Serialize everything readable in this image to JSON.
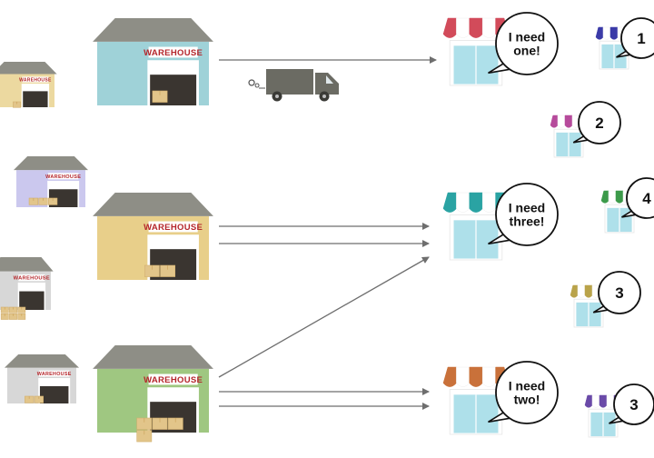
{
  "warehouses": [
    {
      "id": "w1",
      "sign": "WAREHOUSE",
      "wall": "#9fd2d8",
      "roof": "#8e8e86",
      "size": "large",
      "boxes": 1
    },
    {
      "id": "w2",
      "sign": "WAREHOUSE",
      "wall": "#e8cf8a",
      "roof": "#8e8e86",
      "size": "large",
      "boxes": 2
    },
    {
      "id": "w3",
      "sign": "WAREHOUSE",
      "wall": "#9fc781",
      "roof": "#8e8e86",
      "size": "large",
      "boxes": 4
    },
    {
      "id": "w4",
      "sign": "WAREHOUSE",
      "wall": "#ecd9a0",
      "roof": "#8e8e86",
      "size": "small",
      "boxes": 1
    },
    {
      "id": "w5",
      "sign": "WAREHOUSE",
      "wall": "#cbc8ee",
      "roof": "#8e8e86",
      "size": "small",
      "boxes": 3
    },
    {
      "id": "w6",
      "sign": "WAREHOUSE",
      "wall": "#d7d7d7",
      "roof": "#8e8e86",
      "size": "small",
      "boxes": 6
    },
    {
      "id": "w7",
      "sign": "WAREHOUSE",
      "wall": "#d7d7d7",
      "roof": "#8e8e86",
      "size": "small",
      "boxes": 2
    }
  ],
  "stores": [
    {
      "id": "s1",
      "awning": [
        "#d24b5a",
        "#ffffff"
      ],
      "bubble_lines": [
        "I need",
        "one!"
      ],
      "size": "large"
    },
    {
      "id": "s2",
      "awning": [
        "#2aa3a3",
        "#ffffff"
      ],
      "bubble_lines": [
        "I need",
        "three!"
      ],
      "size": "large"
    },
    {
      "id": "s3",
      "awning": [
        "#c9713a",
        "#ffffff"
      ],
      "bubble_lines": [
        "I need",
        "two!"
      ],
      "size": "large"
    },
    {
      "id": "s4",
      "awning": [
        "#3b3ba8",
        "#ffffff"
      ],
      "bubble_lines": [
        "1"
      ],
      "size": "small"
    },
    {
      "id": "s5",
      "awning": [
        "#b64a9b",
        "#ffffff"
      ],
      "bubble_lines": [
        "2"
      ],
      "size": "small"
    },
    {
      "id": "s6",
      "awning": [
        "#3c9a4a",
        "#ffffff"
      ],
      "bubble_lines": [
        "4"
      ],
      "size": "small"
    },
    {
      "id": "s7",
      "awning": [
        "#b9a34a",
        "#ffffff"
      ],
      "bubble_lines": [
        "3"
      ],
      "size": "small"
    },
    {
      "id": "s8",
      "awning": [
        "#6a4aa8",
        "#ffffff"
      ],
      "bubble_lines": [
        "3"
      ],
      "size": "small"
    }
  ],
  "truck": {
    "icon": "delivery-truck-icon",
    "color": "#6b6b63"
  },
  "colors": {
    "arrow": "#6e6e6e",
    "box": "#e2c58a",
    "window": "#aee0ea",
    "door": "#3a3530",
    "sign_text": "#b5262b"
  }
}
